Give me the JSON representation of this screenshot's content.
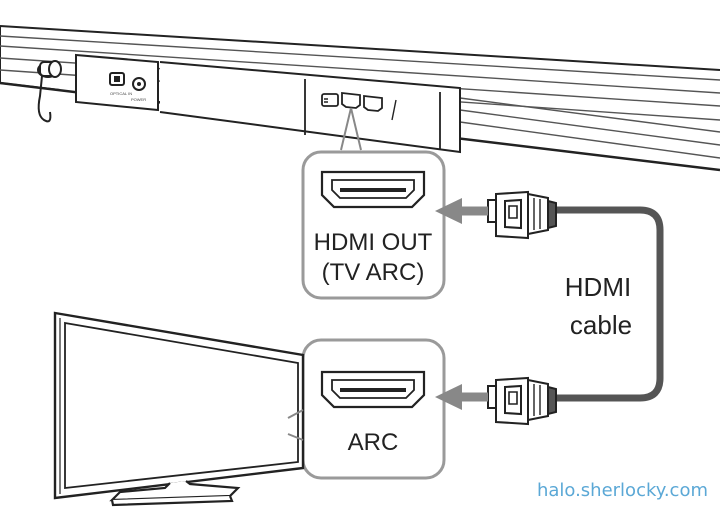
{
  "diagram": {
    "soundbar_ports": {
      "optical": "OPTICAL IN",
      "power": "POWER"
    },
    "hdmi_out": {
      "line1": "HDMI OUT",
      "line2": "(TV ARC)"
    },
    "tv_port": {
      "label": "ARC"
    },
    "cable": {
      "line1": "HDMI",
      "line2": "cable"
    }
  },
  "watermark": {
    "text": "halo.sherlocky.com",
    "color": "#5ba8d6"
  },
  "colors": {
    "line": "#222222",
    "callout_border": "#9a9a9a",
    "arrow": "#888888",
    "cable": "#555555"
  }
}
